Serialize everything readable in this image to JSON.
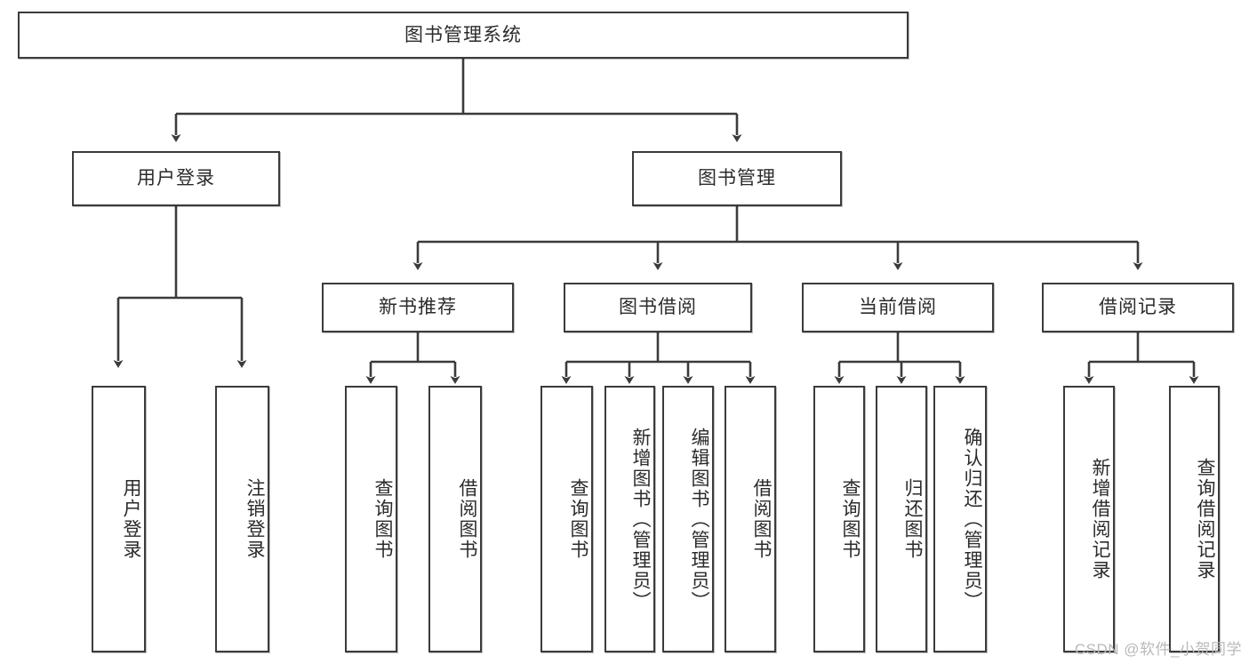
{
  "diagram": {
    "title": "图书管理系统",
    "type": "tree-hierarchy-diagram",
    "root": {
      "label": "图书管理系统"
    },
    "level2": [
      {
        "label": "用户登录"
      },
      {
        "label": "图书管理"
      }
    ],
    "level3": [
      {
        "label": "新书推荐"
      },
      {
        "label": "图书借阅"
      },
      {
        "label": "当前借阅"
      },
      {
        "label": "借阅记录"
      }
    ],
    "leaves_user_login": [
      {
        "label": "用户登录"
      },
      {
        "label": "注销登录"
      }
    ],
    "leaves_new_book": [
      {
        "label": "查询图书"
      },
      {
        "label": "借阅图书"
      }
    ],
    "leaves_book_borrow": [
      {
        "label": "查询图书"
      },
      {
        "label": "新增图书（管理员）"
      },
      {
        "label": "编辑图书（管理员）"
      },
      {
        "label": "借阅图书"
      }
    ],
    "leaves_current_borrow": [
      {
        "label": "查询图书"
      },
      {
        "label": "归还图书"
      },
      {
        "label": "确认归还（管理员）"
      }
    ],
    "leaves_borrow_record": [
      {
        "label": "新增借阅记录"
      },
      {
        "label": "查询借阅记录"
      }
    ]
  },
  "watermark": {
    "text": "CSDN @软件_小贺同学"
  },
  "colors": {
    "stroke": "#3b3b3b",
    "fill": "#ffffff",
    "text": "#2b2b2b",
    "watermark": "#b9b9b9"
  }
}
